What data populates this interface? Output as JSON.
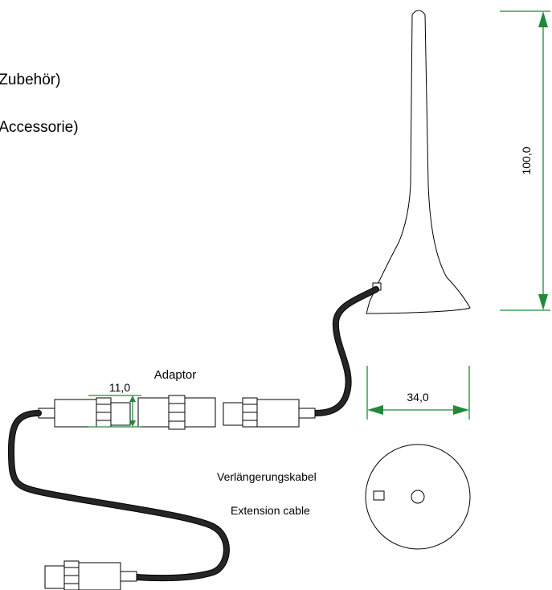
{
  "labels": {
    "accessory_de": "(Zubehör)",
    "accessory_en": "(Accessorie)",
    "adaptor": "Adaptor",
    "extension_de": "Verlängerungskabel",
    "extension_en": "Extension cable"
  },
  "dimensions": {
    "height": "100,0",
    "base_diameter": "34,0",
    "adaptor_length": "11,0"
  },
  "colors": {
    "dimension": "#1f8a3a",
    "outline": "#000000",
    "cable": "#262626"
  }
}
